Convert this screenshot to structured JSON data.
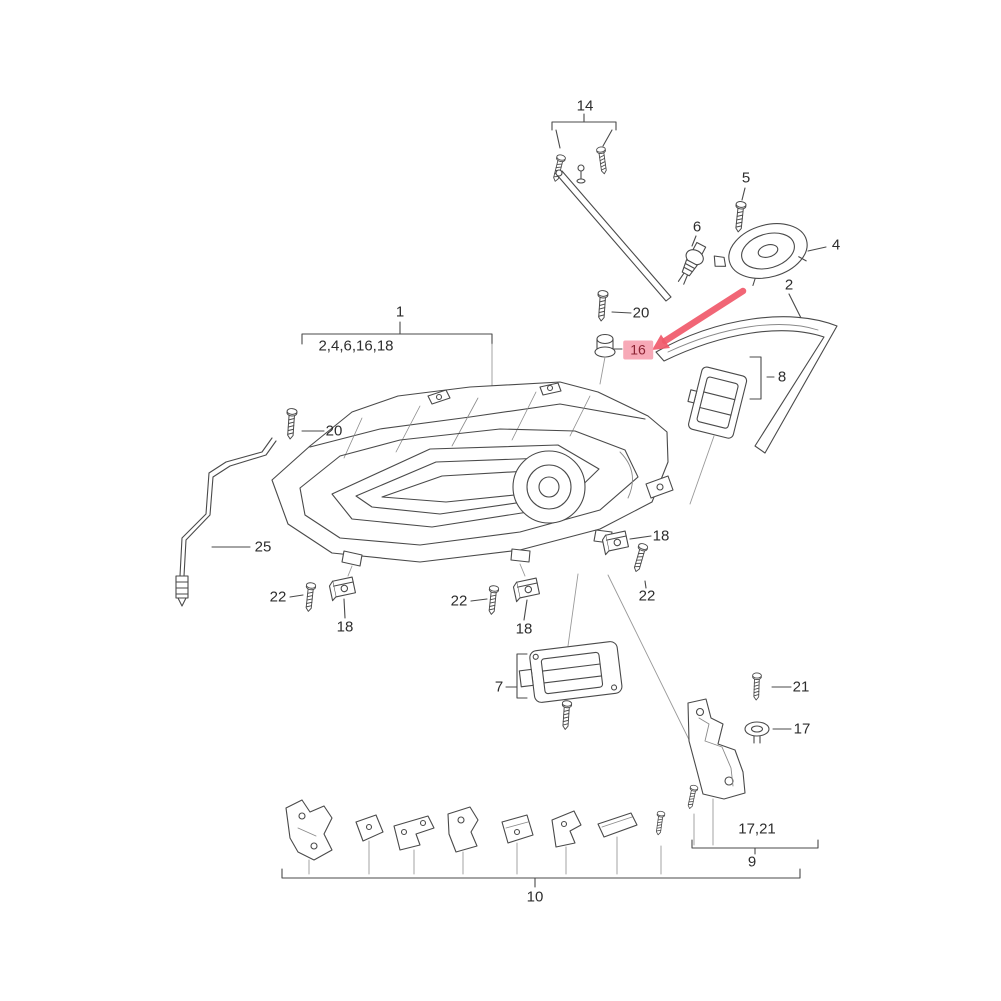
{
  "diagram": {
    "type": "exploded-parts-diagram",
    "subject": "headlight-assembly",
    "colors": {
      "line": "#4a4a4a",
      "construction_line": "#999999",
      "highlight_box": "#f6a2b1",
      "highlight_text": "#8c2333",
      "arrow": "#f0596a",
      "background": "#ffffff"
    },
    "callouts": [
      {
        "id": "14",
        "text": "14"
      },
      {
        "id": "5",
        "text": "5"
      },
      {
        "id": "6",
        "text": "6"
      },
      {
        "id": "4",
        "text": "4"
      },
      {
        "id": "2",
        "text": "2"
      },
      {
        "id": "20-top",
        "text": "20"
      },
      {
        "id": "16",
        "text": "16",
        "highlighted": true
      },
      {
        "id": "8",
        "text": "8"
      },
      {
        "id": "1",
        "text": "1"
      },
      {
        "id": "1-sub",
        "text": "2,4,6,16,18"
      },
      {
        "id": "20-left",
        "text": "20"
      },
      {
        "id": "25",
        "text": "25"
      },
      {
        "id": "18-right",
        "text": "18"
      },
      {
        "id": "22-right",
        "text": "22"
      },
      {
        "id": "22-left",
        "text": "22"
      },
      {
        "id": "18-left",
        "text": "18"
      },
      {
        "id": "22-mid",
        "text": "22"
      },
      {
        "id": "18-mid",
        "text": "18"
      },
      {
        "id": "7",
        "text": "7"
      },
      {
        "id": "21",
        "text": "21"
      },
      {
        "id": "17",
        "text": "17"
      },
      {
        "id": "17-21",
        "text": "17,21"
      },
      {
        "id": "9",
        "text": "9"
      },
      {
        "id": "10",
        "text": "10"
      }
    ]
  }
}
